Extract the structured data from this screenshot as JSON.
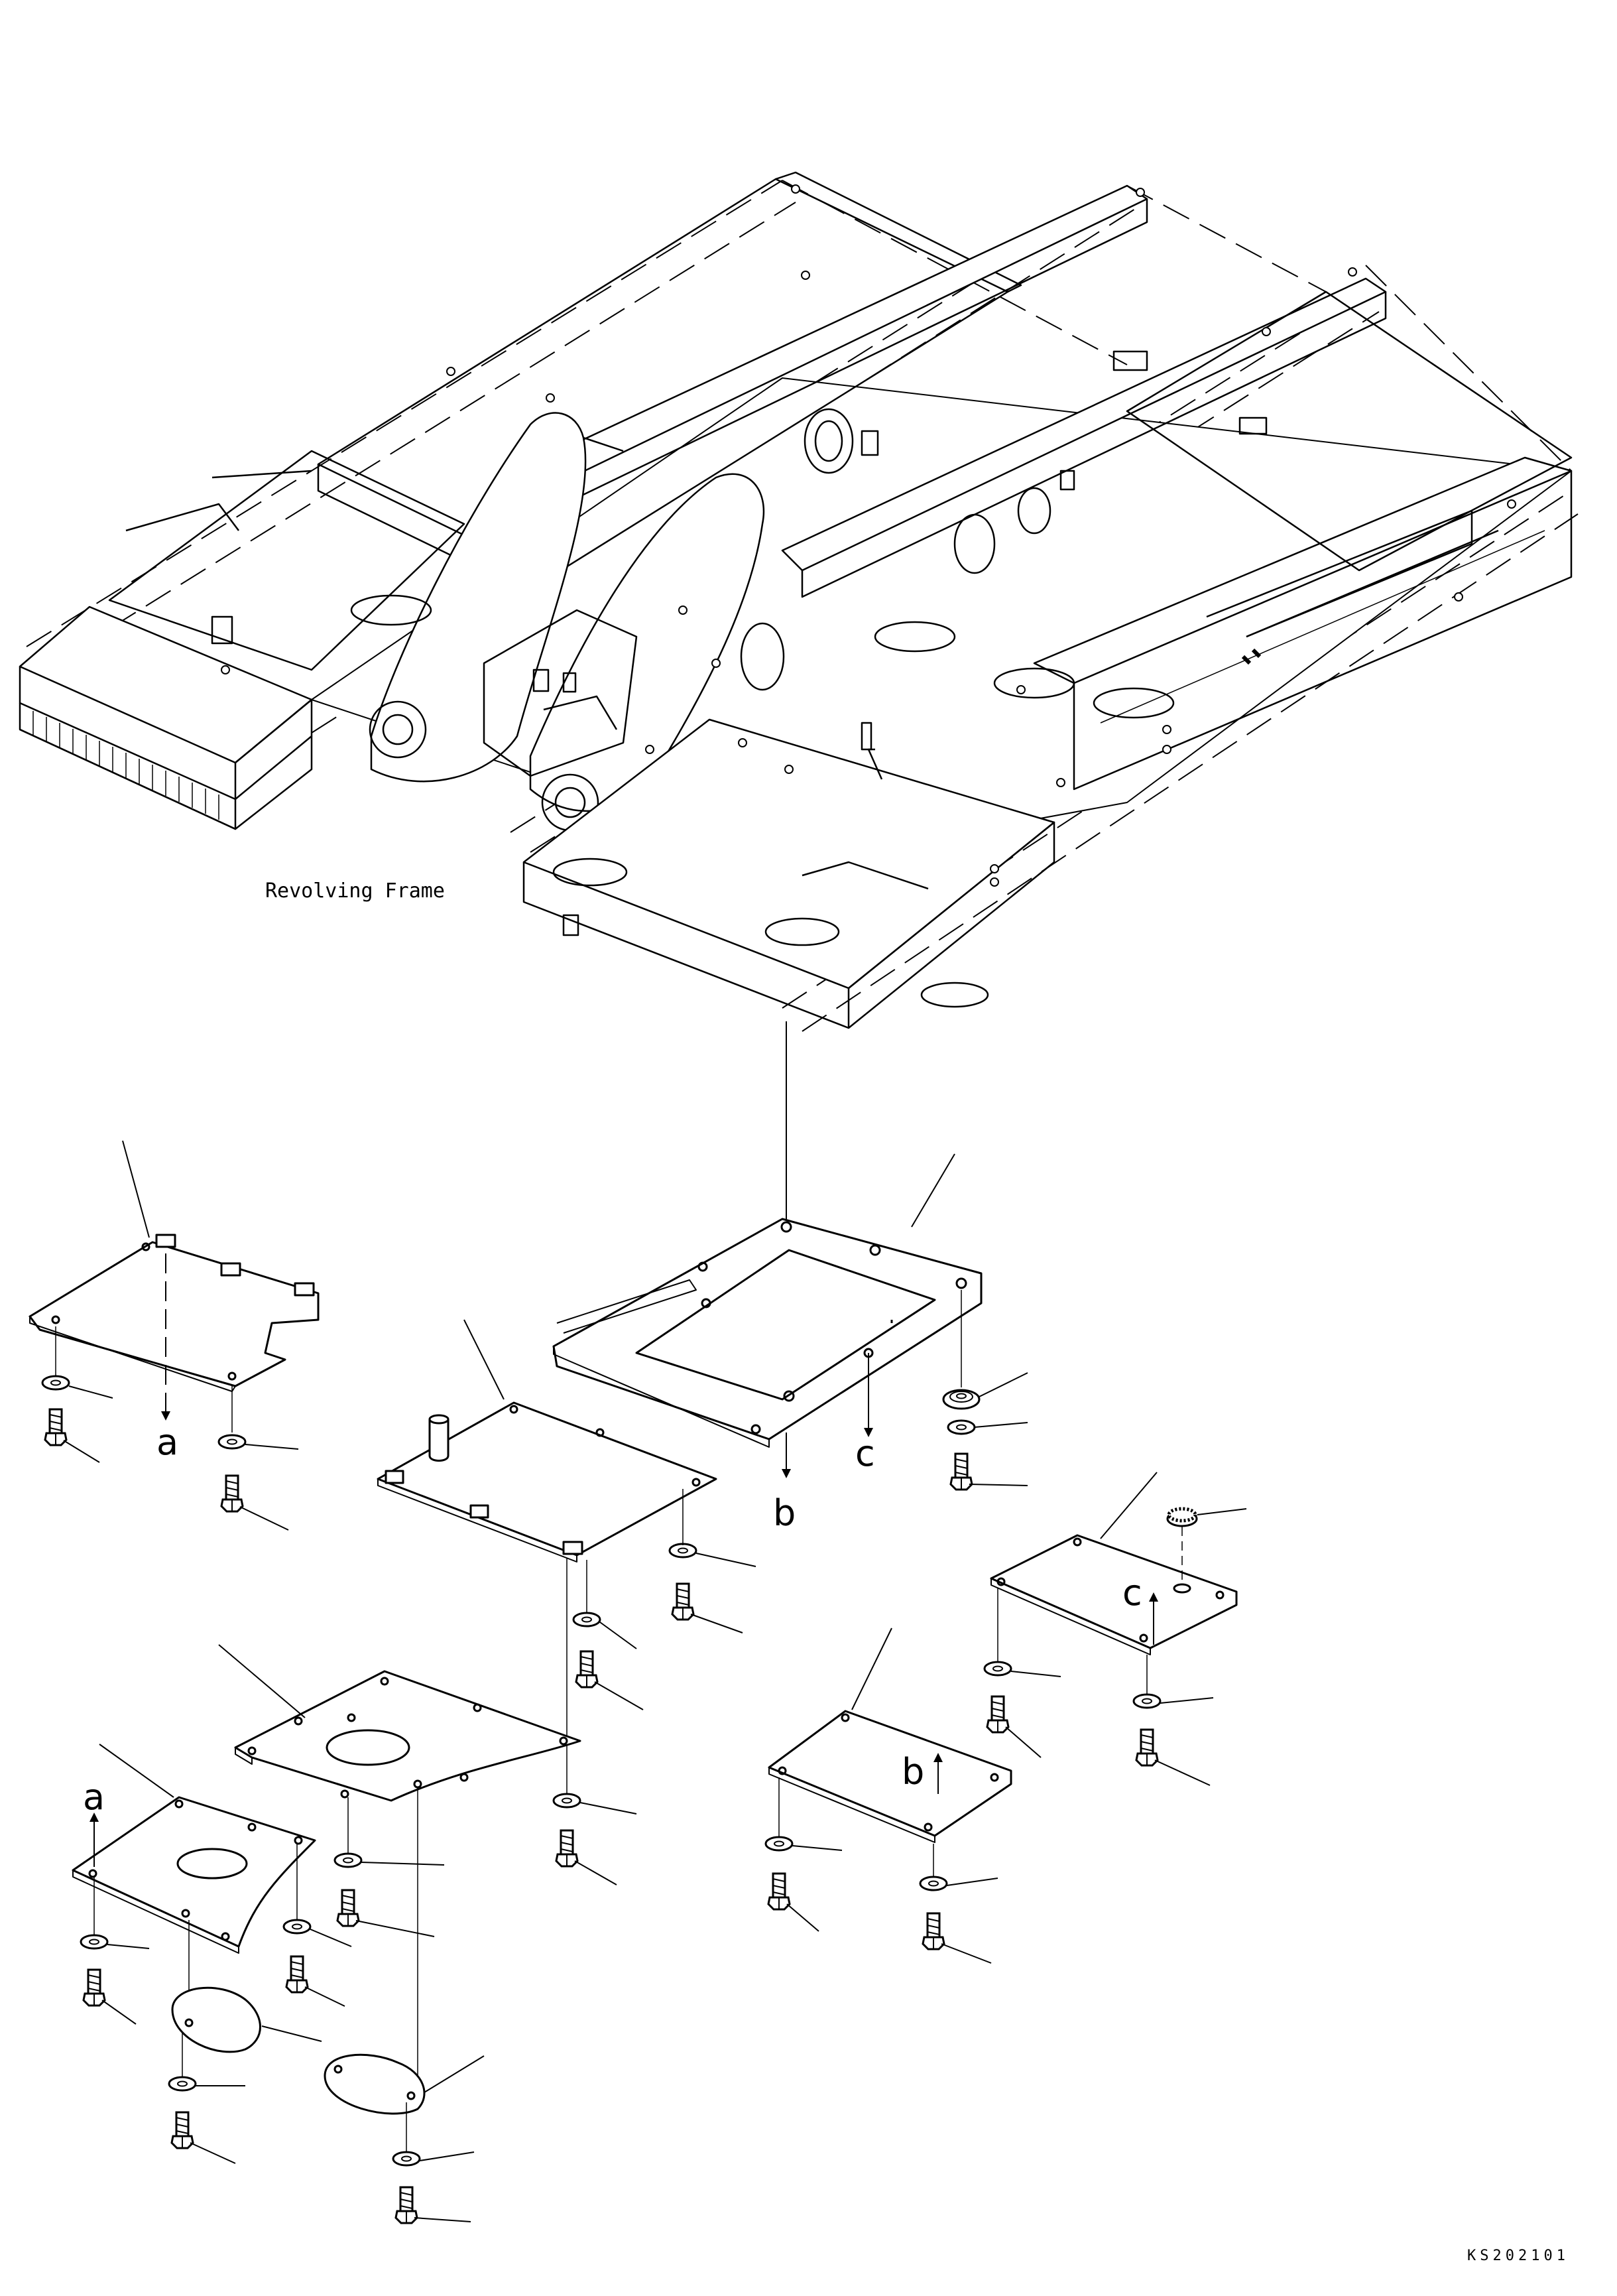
{
  "diagram": {
    "frame_caption": "Revolving Frame",
    "drawing_code": "KS202101",
    "callouts": {
      "a_top": "a",
      "a_bottom": "a",
      "b_top": "b",
      "b_bottom": "b",
      "c_top": "c",
      "c_bottom": "c"
    }
  }
}
